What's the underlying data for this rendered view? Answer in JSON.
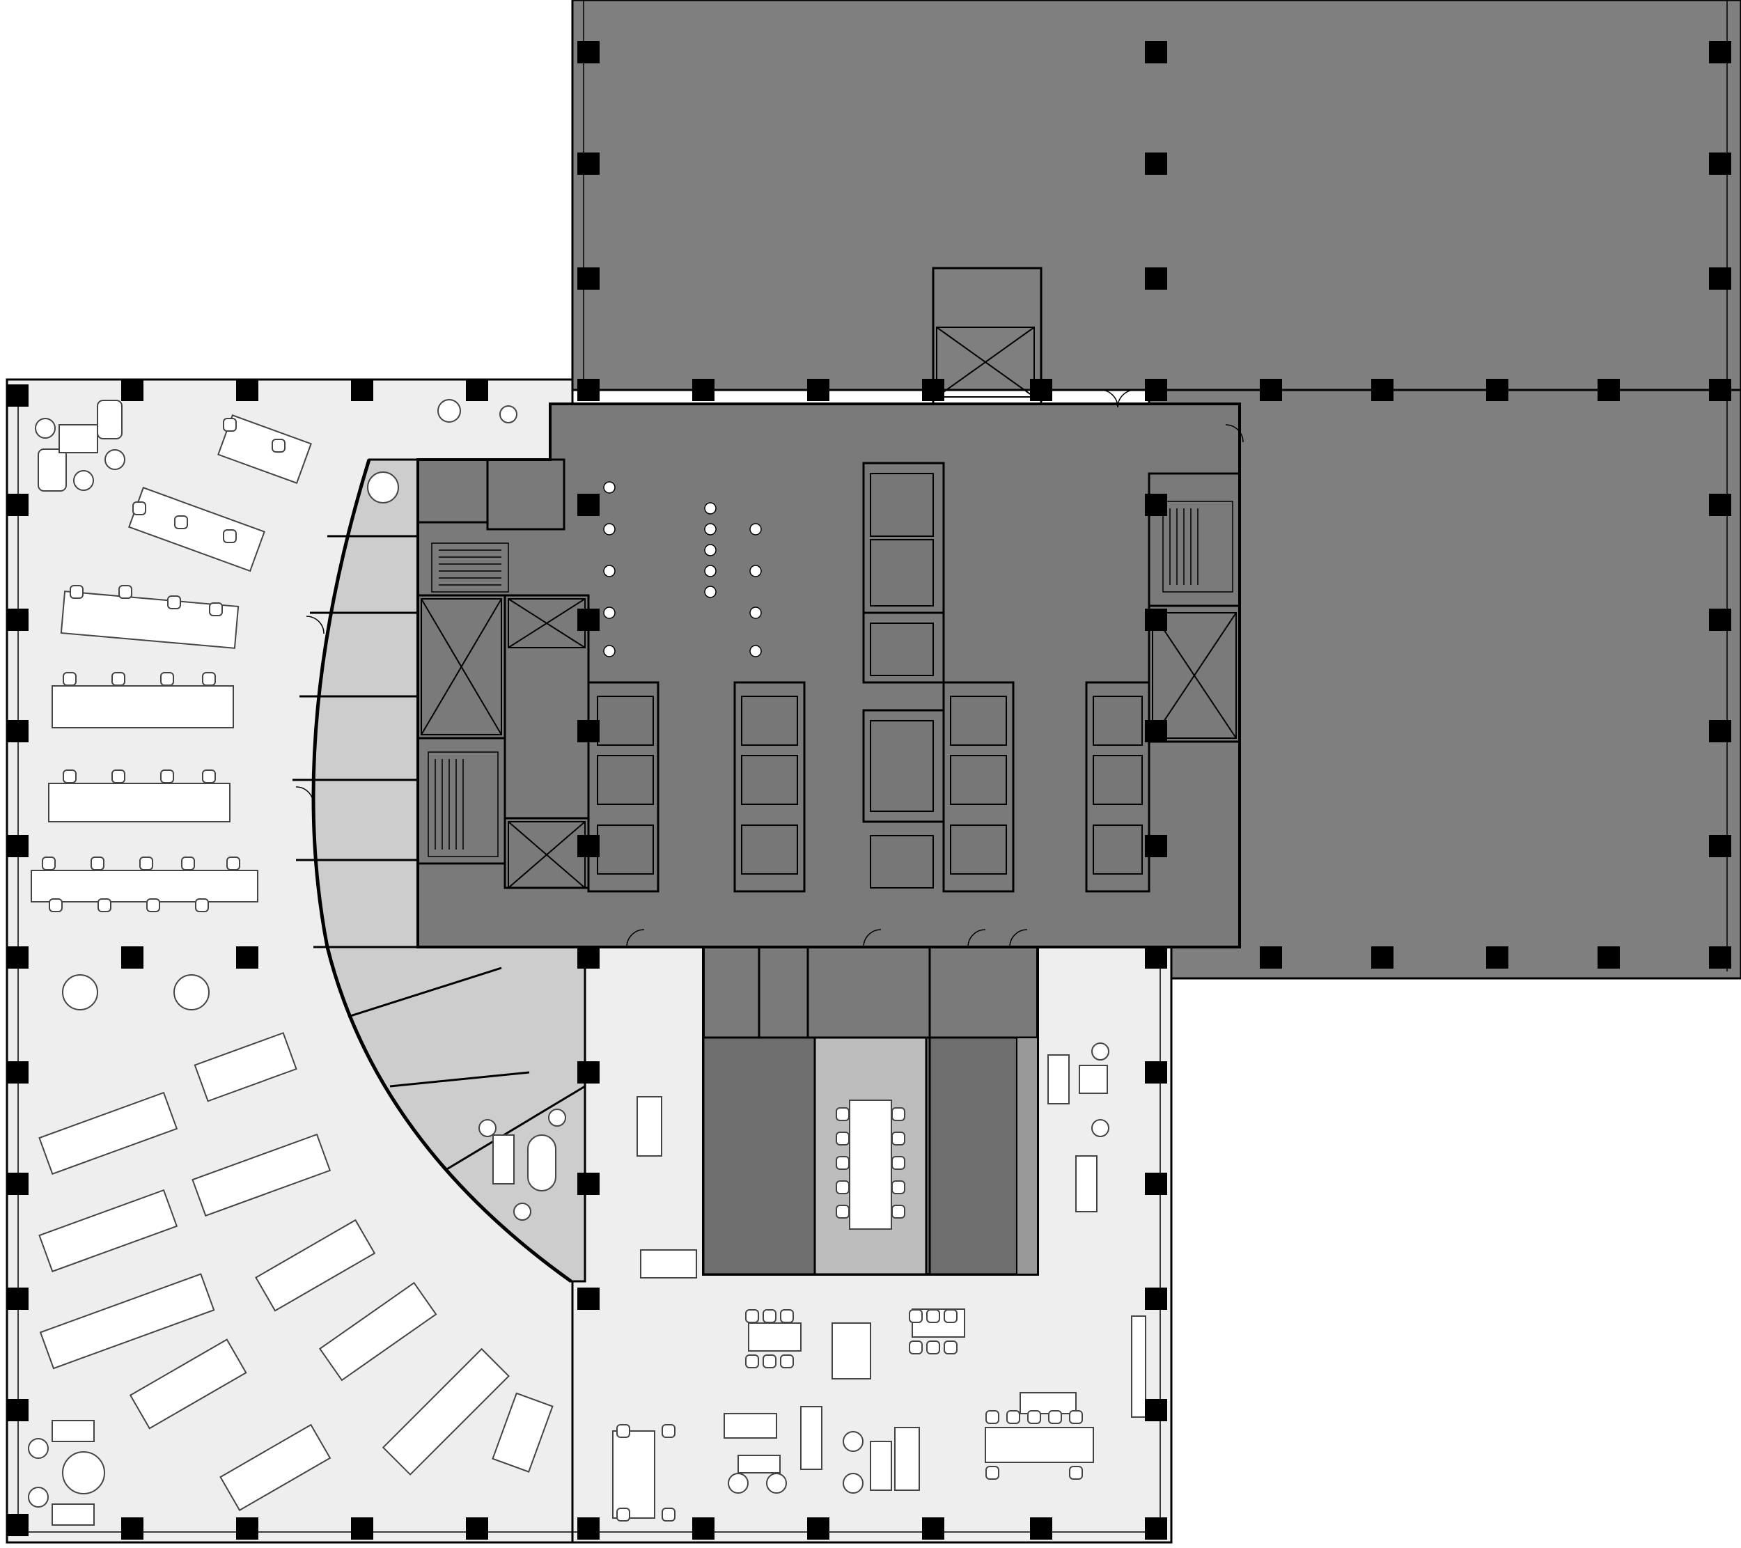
{
  "colors": {
    "background": "#ffffff",
    "occupied_floor": "#eeeeee",
    "office_tint": "#cdcdcd",
    "core": "#7a7a7a",
    "dark_zone": "#7f7f7f",
    "room_fill": "#6e6e6e",
    "wall": "#000000",
    "column": "#000000",
    "furniture_stroke": "#444444",
    "furniture_fill": "#ffffff",
    "conference_fill": "#bdbdbd"
  },
  "icons": [
    "column-block",
    "desk-workstation",
    "task-chair",
    "sofa",
    "lounge-chair",
    "round-table",
    "elevator-shaft",
    "stair",
    "toilet-fixture",
    "door-swing"
  ]
}
